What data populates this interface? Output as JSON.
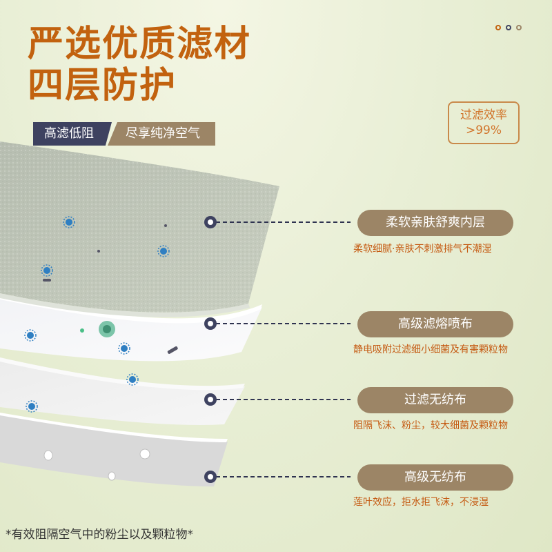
{
  "title_line1": "严选优质滤材",
  "title_line2": "四层防护",
  "tags": [
    "高滤低阻",
    "尽享纯净空气"
  ],
  "efficiency": {
    "label": "过滤效率",
    "value": ">99%"
  },
  "dot_colors": [
    "#c2620f",
    "#3e4260",
    "#9c8566"
  ],
  "layers": [
    {
      "name": "柔软亲肤舒爽内层",
      "desc": "柔软细腻·亲肤不刺激排气不潮湿"
    },
    {
      "name": "高级滤熔喷布",
      "desc": "静电吸附过滤细小细菌及有害颗粒物"
    },
    {
      "name": "过滤无纺布",
      "desc": "阻隔飞沫、粉尘，较大细菌及颗粒物"
    },
    {
      "name": "高级无纺布",
      "desc": "莲叶效应，拒水拒飞沫，不浸湿"
    }
  ],
  "footnote": "*有效阻隔空气中的粉尘以及颗粒物*"
}
